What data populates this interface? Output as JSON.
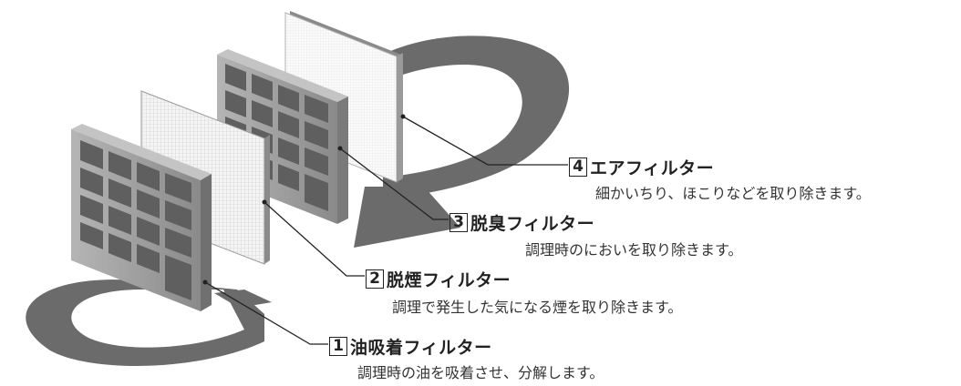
{
  "filters": [
    {
      "number": "1",
      "title": "油吸着フィルター",
      "description": "調理時の油を吸着させ、分解します。"
    },
    {
      "number": "2",
      "title": "脱煙フィルター",
      "description": "調理で発生した気になる煙を取り除きます。"
    },
    {
      "number": "3",
      "title": "脱臭フィルター",
      "description": "調理時のにおいを取り除きます。"
    },
    {
      "number": "4",
      "title": "エアフィルター",
      "description": "細かいちり、ほこりなどを取り除きます。"
    }
  ],
  "colors": {
    "arrow": "#6b6b6b",
    "frame": "#9a9a9a",
    "frame_side": "#6e6e6e",
    "mesh_cell": "#5f5f5f",
    "fine_mesh": "#f2f2f2",
    "leader": "#222222"
  }
}
